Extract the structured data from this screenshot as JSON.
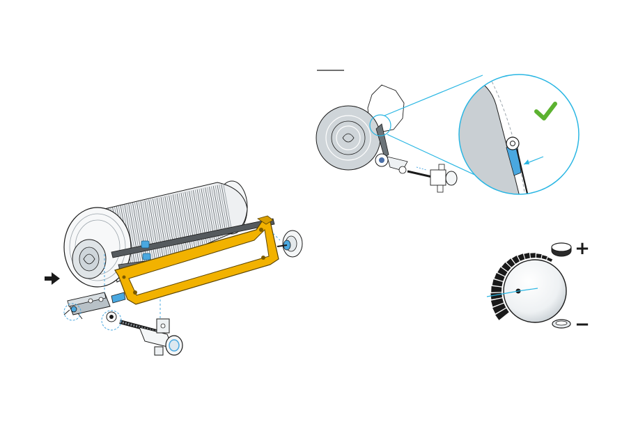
{
  "colors": {
    "page_background": "#ffffff",
    "callout_line": "#29b6e3",
    "clip_blue": "#4aa8e0",
    "frame_yellow": "#f2b200",
    "frame_outline": "#5a4400",
    "check_green": "#5cb230",
    "drum_grey": "#c9cfd3",
    "line_dark": "#1a1a1a"
  },
  "illustrations": {
    "main": "filter-drum-assembly-with-yellow-mounting-frame",
    "detail": "drum-end-view-with-magnified-clip-inset",
    "dial": "adjustment-knob-with-scale"
  },
  "icons": {
    "insert_arrow": "arrow-right-icon",
    "check": "checkmark-icon",
    "increase": "plus-icon",
    "decrease": "minus-icon"
  },
  "dial": {
    "plus_symbol": "+",
    "minus_symbol": "−"
  }
}
